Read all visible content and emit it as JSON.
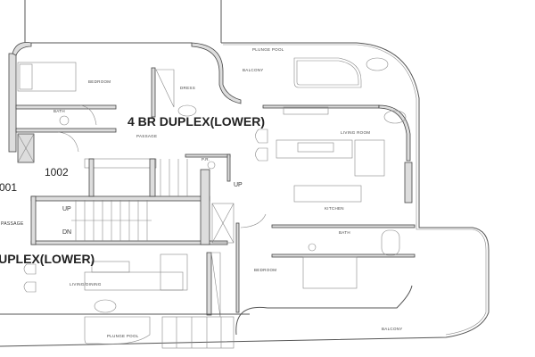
{
  "plan": {
    "upper_unit": {
      "title": "4 BR DUPLEX(LOWER)",
      "unit_number": "1002",
      "rooms": {
        "bedroom": "BEDROOM",
        "dress": "DRESS",
        "bath": "BATH",
        "passage": "PASSAGE",
        "powder_room": "P.R.",
        "stair_up": "UP",
        "plunge_pool": "PLUNGE POOL",
        "balcony": "BALCONY",
        "living_room": "LIVING ROOM",
        "kitchen": "KITCHEN",
        "bedroom_2": "BEDROOM",
        "bath_2": "BATH",
        "balcony_2": "BALCONY"
      }
    },
    "lower_unit": {
      "title": "DUPLEX(LOWER)",
      "unit_number": "001",
      "rooms": {
        "passage": "PASSAGE",
        "stair_up": "UP",
        "stair_down": "DN",
        "living_dining": "LIVING/DINING",
        "plunge_pool": "PLUNGE POOL"
      }
    }
  }
}
